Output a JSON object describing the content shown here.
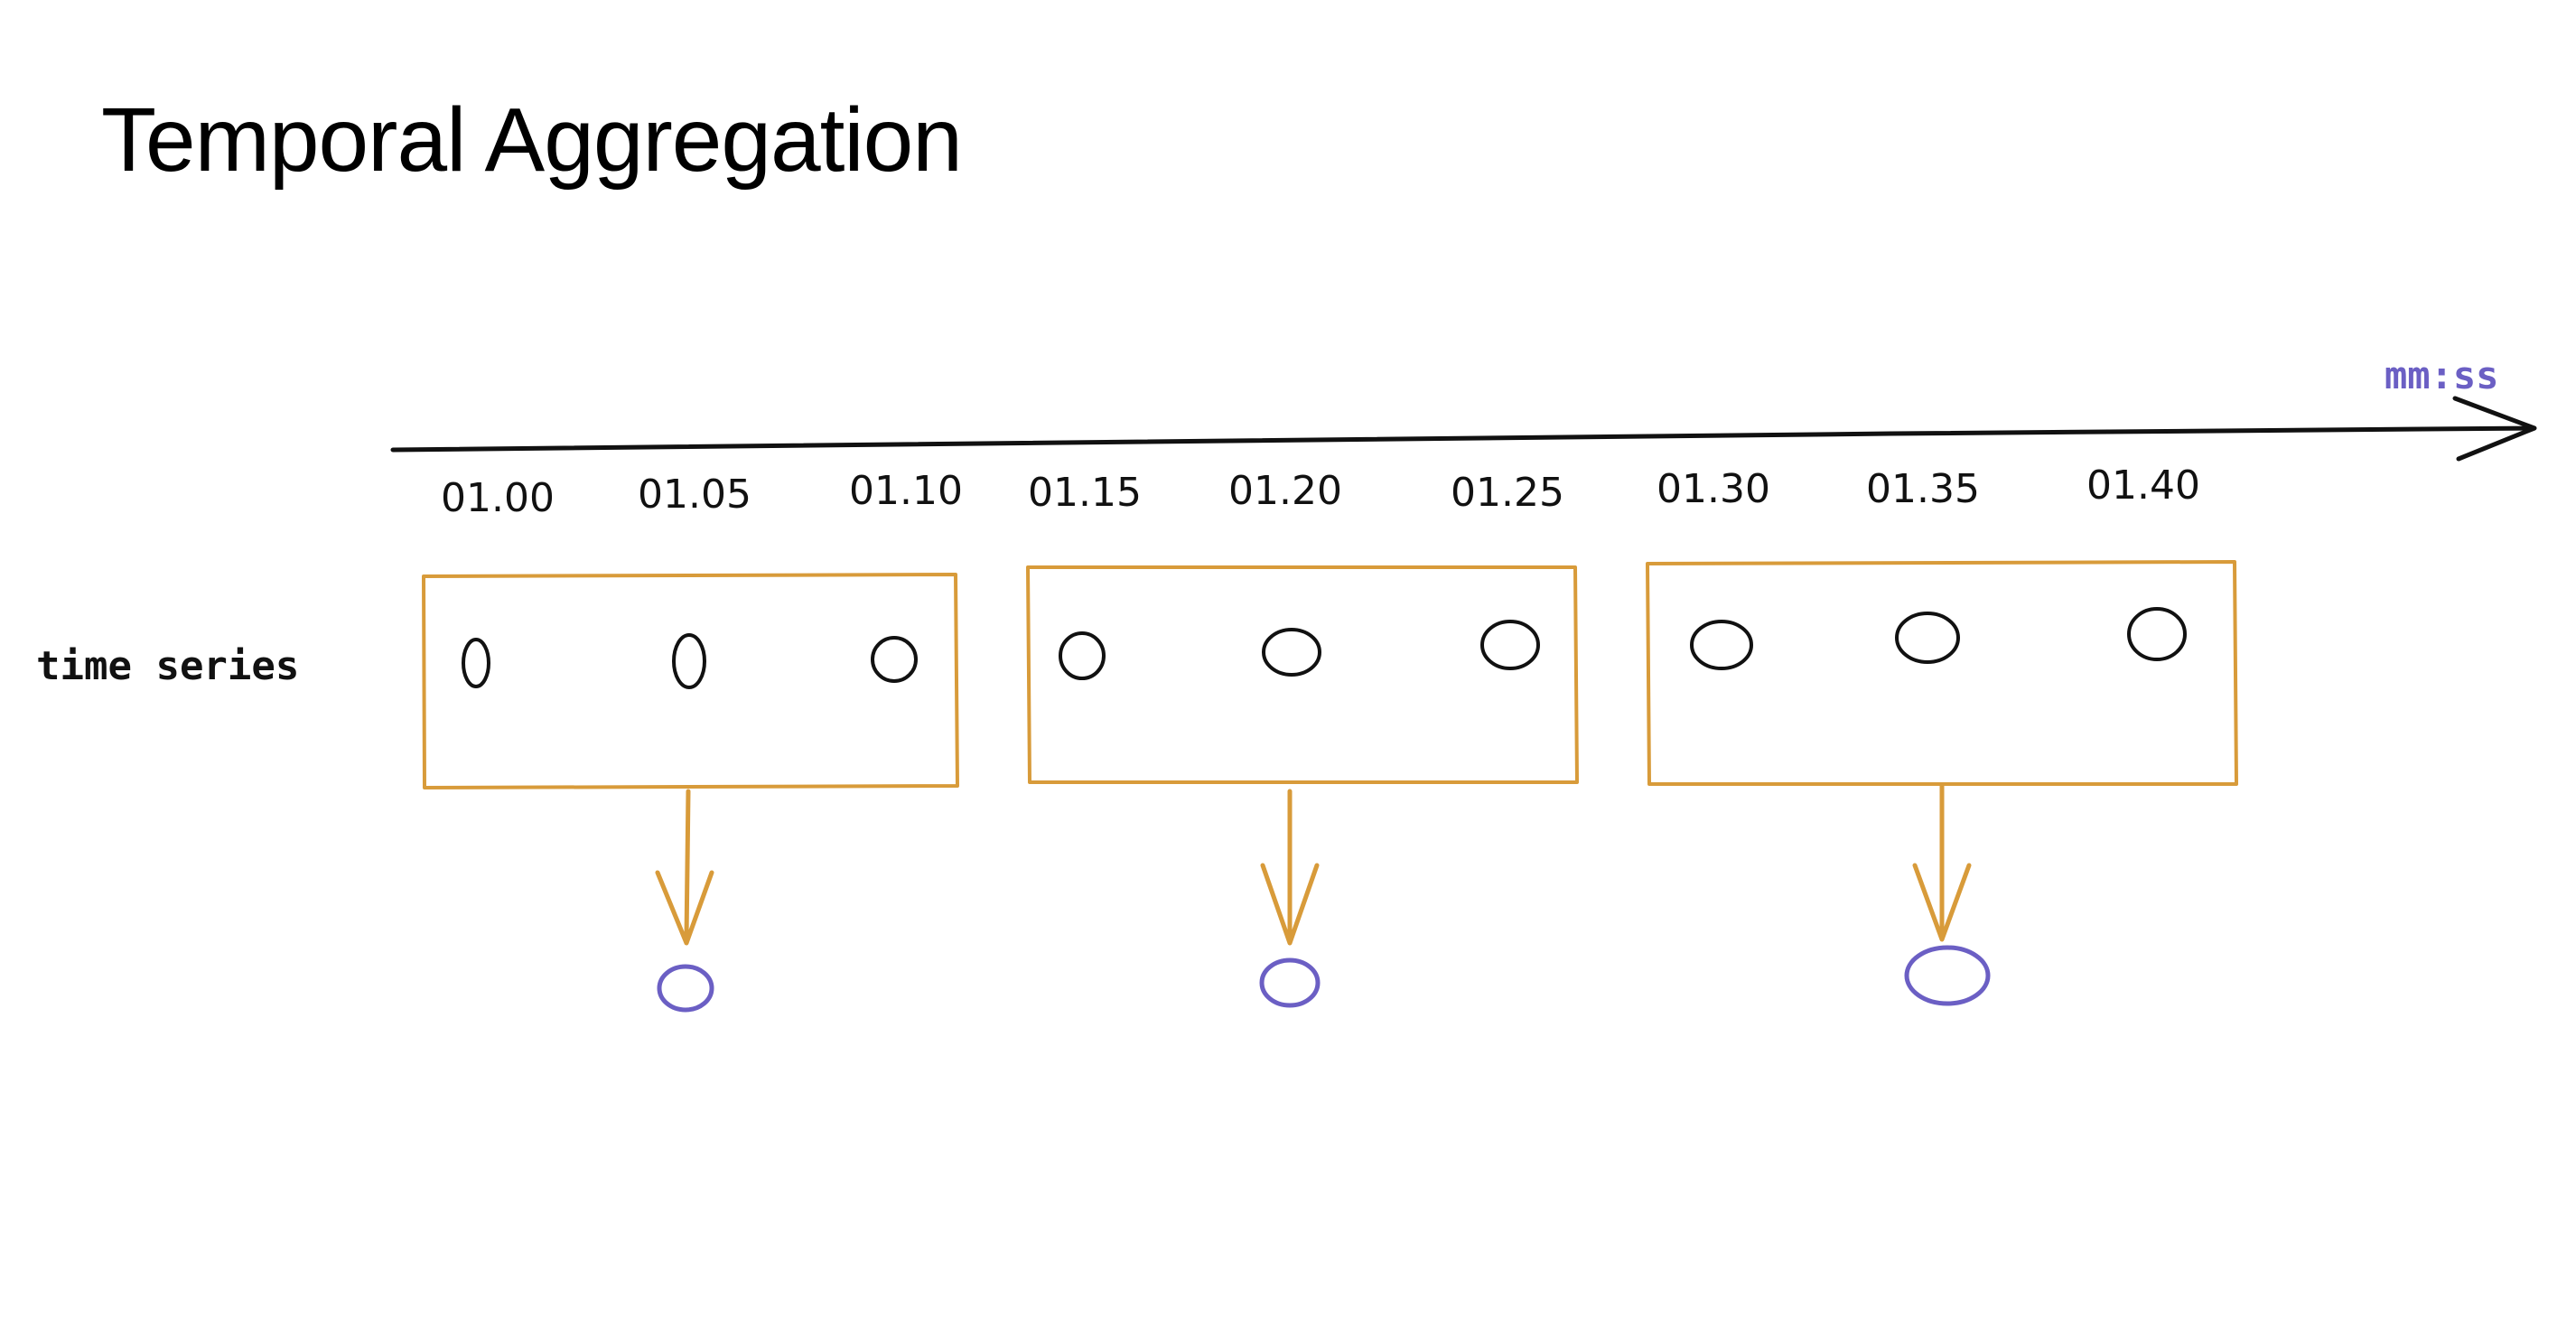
{
  "title": "Temporal Aggregation",
  "axis": {
    "unit_label": "mm:ss",
    "ticks": [
      "01.00",
      "01.05",
      "01.10",
      "01.15",
      "01.20",
      "01.25",
      "01.30",
      "01.35",
      "01.40"
    ]
  },
  "row_label": "time series",
  "windows": [
    {
      "samples": 3
    },
    {
      "samples": 3
    },
    {
      "samples": 3
    }
  ],
  "colors": {
    "axis": "#111111",
    "window": "#d89b3a",
    "sample": "#111111",
    "aggregate": "#6b5fc4",
    "unit": "#6b5fc4"
  }
}
